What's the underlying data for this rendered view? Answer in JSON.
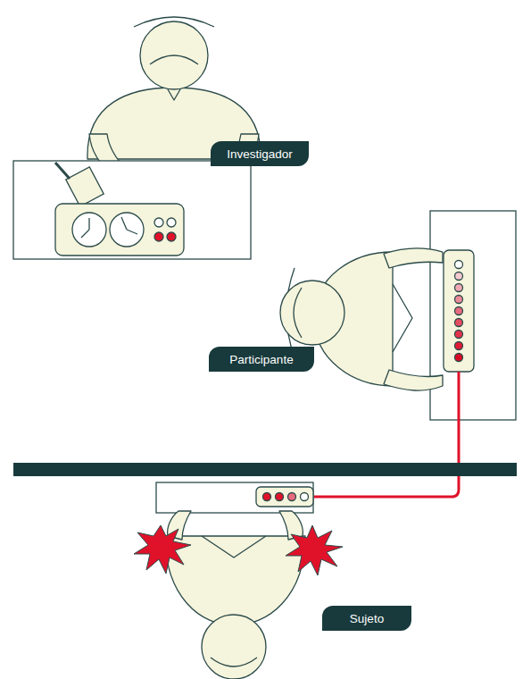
{
  "diagram": {
    "nodes": [
      {
        "text": [
          "Investigador"
        ]
      },
      {
        "text": [
          "Participante"
        ]
      },
      {
        "text": [
          "Sujeto"
        ]
      }
    ]
  }
}
